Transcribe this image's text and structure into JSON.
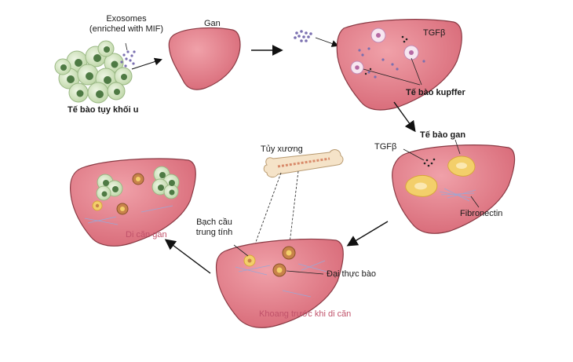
{
  "labels": {
    "exosomes_line1": "Exosomes",
    "exosomes_line2": "(enriched with MIF)",
    "tumor_cells": "Tế bào tụy khối u",
    "liver": "Gan",
    "tgfb_top": "TGFβ",
    "kupffer": "Tế bào kupffer",
    "hepatocyte": "Tế bào gan",
    "tgfb_right": "TGFβ",
    "fibronectin": "Fibronectin",
    "bone_marrow": "Tủy xương",
    "neutrophil_line1": "Bạch cầu",
    "neutrophil_line2": "trung tính",
    "macrophage": "Đại thực bào",
    "premetastatic_niche": "Khoang trước khi di căn",
    "liver_metastasis": "Di căn gan"
  },
  "colors": {
    "liver_fill": "#e07a86",
    "liver_stroke": "#8a3a44",
    "label_pink": "#c0526a",
    "exosome": "#7a6fb0",
    "tumor_cell": "#d6e8c4",
    "nucleus": "#4e7a44",
    "hepatocyte": "#f3cf6a",
    "macrophage": "#c8824a",
    "fibronectin": "#9aa7d6"
  }
}
